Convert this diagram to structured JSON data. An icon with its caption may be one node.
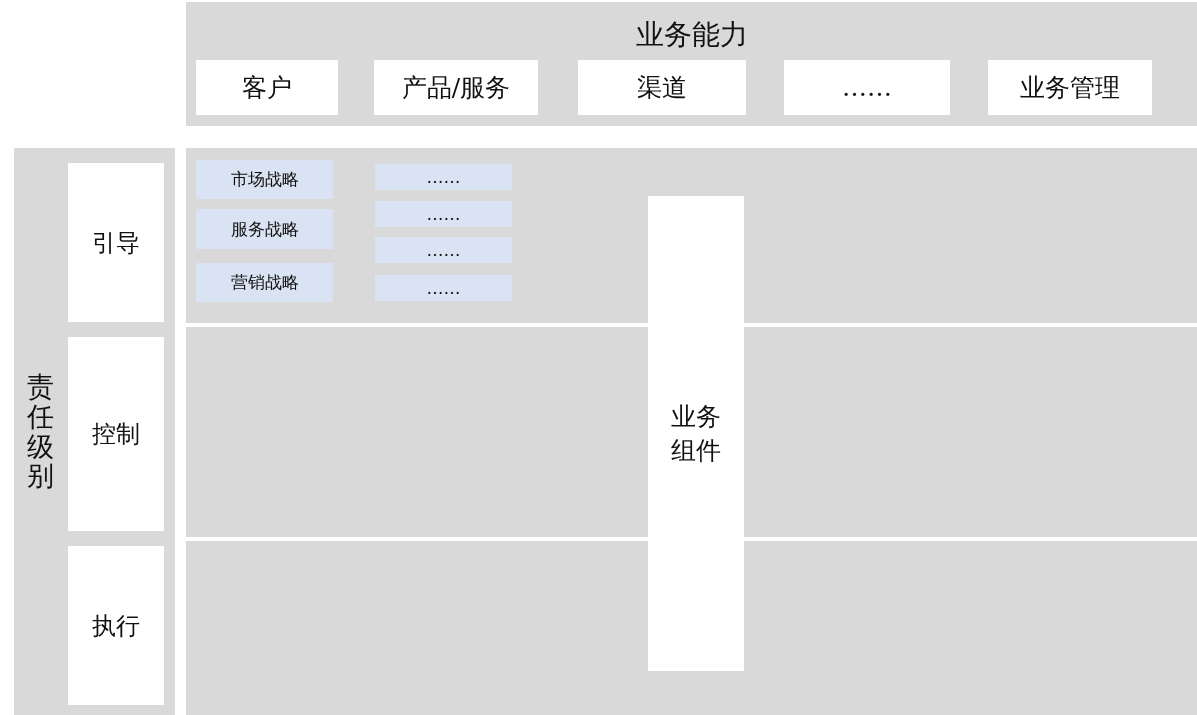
{
  "diagram": {
    "nodes": [
      {
        "text": [
          "业务能力"
        ]
      },
      {
        "text": [
          "客户"
        ],
        "in": 0
      },
      {
        "text": [
          "产品/服务"
        ],
        "in": 0
      },
      {
        "text": [
          "渠道"
        ],
        "in": 0
      },
      {
        "text": [
          "……"
        ],
        "in": 0
      },
      {
        "text": [
          "业务管理"
        ],
        "in": 0
      },
      {
        "text": [
          "责任级别"
        ]
      },
      {
        "text": [
          "引导"
        ],
        "in": 6
      },
      {
        "text": [
          "控制"
        ],
        "in": 6
      },
      {
        "text": [
          "执行"
        ],
        "in": 6
      },
      {
        "text": [
          "市场战略"
        ]
      },
      {
        "text": [
          "……"
        ]
      },
      {
        "text": [
          "……"
        ]
      },
      {
        "text": [
          "服务战略"
        ]
      },
      {
        "text": [
          "……"
        ]
      },
      {
        "text": [
          "营销战略"
        ]
      },
      {
        "text": [
          "……"
        ]
      },
      {
        "text": [
          "业务组件"
        ]
      }
    ]
  }
}
